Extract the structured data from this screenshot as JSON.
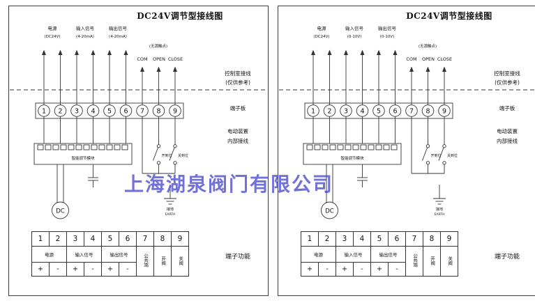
{
  "watermark": "上海湖泉阀门有限公司",
  "panels": [
    {
      "title": "DC24V调节型接线图",
      "power_label": "电源",
      "power_range": "(DC24V)",
      "input_label": "输入信号",
      "input_range": "(4-20mA)",
      "output_label": "输出信号",
      "output_range": "(4-20mA)",
      "passive_contact": "(无源触点)",
      "com": "COM",
      "open": "OPEN",
      "close": "CLOSE",
      "control_room_1": "控制室接线",
      "control_room_2": "(仅供参考)",
      "terminal_board": "端子板",
      "device_1": "电动装置",
      "device_2": "内部接线",
      "terminals": [
        "1",
        "2",
        "3",
        "4",
        "5",
        "6",
        "7",
        "8",
        "9"
      ],
      "module_label": "智能调节模块",
      "open_limit": "开到位",
      "close_limit": "关到位",
      "motor": "DC",
      "earth_cn": "接地",
      "earth_en": "EARTH",
      "terminal_function": "端子功能",
      "table": {
        "numbers": [
          "1",
          "2",
          "3",
          "4",
          "5",
          "6",
          "7",
          "8",
          "9"
        ],
        "power": "电源",
        "input": "输入信号",
        "output": "输出信号",
        "common": "公共端",
        "open_valve": "开阀",
        "close_valve": "关阀",
        "signs": [
          "+",
          "-",
          "+",
          "-",
          "+",
          "-"
        ]
      }
    },
    {
      "title": "DC24V调节型接线图",
      "power_label": "电源",
      "power_range": "(DC24V)",
      "input_label": "输入信号",
      "input_range": "(0-10V)",
      "output_label": "输出信号",
      "output_range": "(0-10V)",
      "passive_contact": "(无源触点)",
      "com": "COM",
      "open": "OPEN",
      "close": "CLOSE",
      "control_room_1": "控制室接线",
      "control_room_2": "(仅供参考)",
      "terminal_board": "端子板",
      "device_1": "电动装置",
      "device_2": "内部接线",
      "terminals": [
        "1",
        "2",
        "3",
        "4",
        "5",
        "6",
        "7",
        "8",
        "9"
      ],
      "module_label": "智能调节模块",
      "open_limit": "开到位",
      "close_limit": "关到位",
      "motor": "DC",
      "earth_cn": "接地",
      "earth_en": "EARTH",
      "terminal_function": "端子功能",
      "table": {
        "numbers": [
          "1",
          "2",
          "3",
          "4",
          "5",
          "6",
          "7",
          "8",
          "9"
        ],
        "power": "电源",
        "input": "输入信号",
        "output": "输出信号",
        "common": "公共端",
        "open_valve": "开阀",
        "close_valve": "关阀",
        "signs": [
          "+",
          "-",
          "+",
          "-",
          "+",
          "-"
        ]
      }
    }
  ]
}
